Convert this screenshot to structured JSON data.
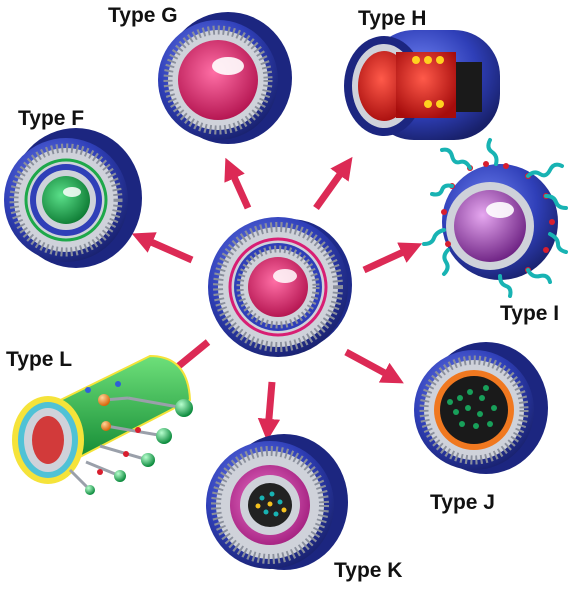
{
  "diagram": {
    "center_node": "center-nanotube",
    "nodes": [
      {
        "id": "type-g",
        "label": "Type G",
        "colors": {
          "shell": "#2f3fb8",
          "inner": "#e0206e"
        }
      },
      {
        "id": "type-h",
        "label": "Type H",
        "colors": {
          "shell": "#2f3fb8",
          "inner": "#e02020",
          "dots": "#ffd21f"
        }
      },
      {
        "id": "type-f",
        "label": "Type F",
        "colors": {
          "shell": "#2f3fb8",
          "inner": "#1ea84a"
        }
      },
      {
        "id": "type-i",
        "label": "Type I",
        "colors": {
          "shell": "#2f3fb8",
          "inner": "#9b3fb0",
          "chains": "#18b3b3"
        }
      },
      {
        "id": "type-l",
        "label": "Type L",
        "colors": {
          "shell": "#22b04b",
          "edge": "#f5e33a"
        }
      },
      {
        "id": "type-j",
        "label": "Type J",
        "colors": {
          "shell": "#2f3fb8",
          "inner": "#f07820",
          "particles": "#18a05a"
        }
      },
      {
        "id": "type-k",
        "label": "Type K",
        "colors": {
          "shell": "#2f3fb8",
          "inner": "#d23aa6"
        }
      }
    ],
    "arrow_color": "#dc2a55"
  }
}
